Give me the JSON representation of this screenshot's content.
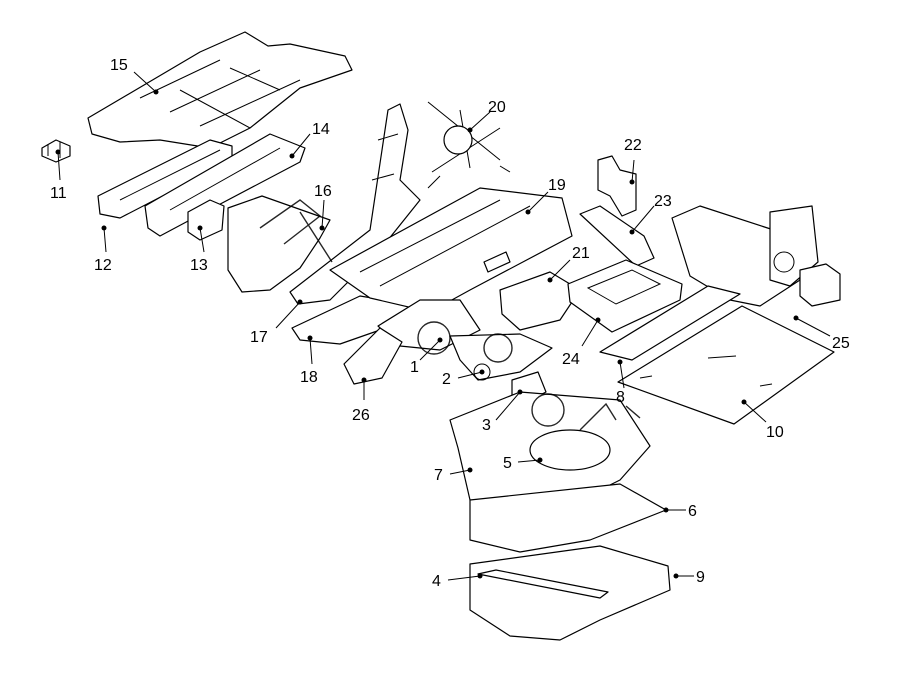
{
  "diagram": {
    "callouts": [
      {
        "id": "c1",
        "label": "1"
      },
      {
        "id": "c2",
        "label": "2"
      },
      {
        "id": "c3",
        "label": "3"
      },
      {
        "id": "c4",
        "label": "4"
      },
      {
        "id": "c5",
        "label": "5"
      },
      {
        "id": "c6",
        "label": "6"
      },
      {
        "id": "c7",
        "label": "7"
      },
      {
        "id": "c8",
        "label": "8"
      },
      {
        "id": "c9",
        "label": "9"
      },
      {
        "id": "c10",
        "label": "10"
      },
      {
        "id": "c11",
        "label": "11"
      },
      {
        "id": "c12",
        "label": "12"
      },
      {
        "id": "c13",
        "label": "13"
      },
      {
        "id": "c14",
        "label": "14"
      },
      {
        "id": "c15",
        "label": "15"
      },
      {
        "id": "c16",
        "label": "16"
      },
      {
        "id": "c17",
        "label": "17"
      },
      {
        "id": "c18",
        "label": "18"
      },
      {
        "id": "c19",
        "label": "19"
      },
      {
        "id": "c20",
        "label": "20"
      },
      {
        "id": "c21",
        "label": "21"
      },
      {
        "id": "c22",
        "label": "22"
      },
      {
        "id": "c23",
        "label": "23"
      },
      {
        "id": "c24",
        "label": "24"
      },
      {
        "id": "c25",
        "label": "25"
      },
      {
        "id": "c26",
        "label": "26"
      }
    ]
  }
}
